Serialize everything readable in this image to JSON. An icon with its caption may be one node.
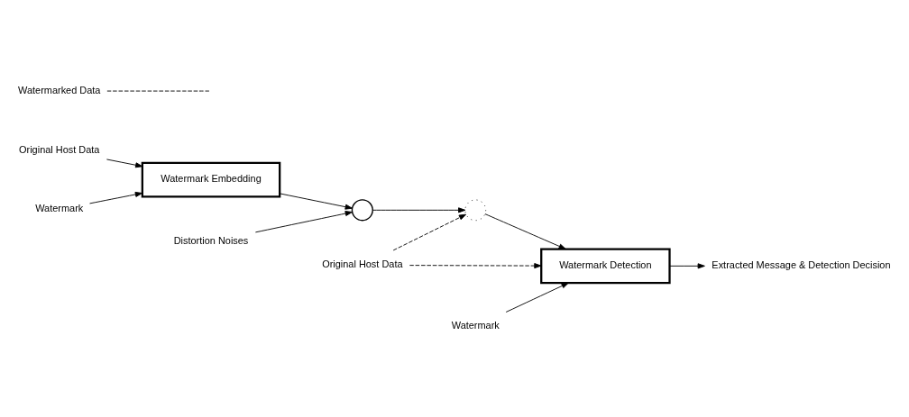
{
  "diagram": {
    "nodes": [
      {
        "text": [
          "Original Host Data"
        ]
      },
      {
        "text": [
          "Watermark Embedding"
        ]
      },
      {
        "text": [
          "Watermark"
        ]
      },
      {
        "text": [
          "Watermarked Data"
        ]
      },
      {
        "text": [],
        "shape": "circle"
      },
      {
        "text": [
          "Distortion Noises"
        ]
      },
      {
        "text": [],
        "shape": "circle"
      },
      {
        "text": [
          "Watermark Detection"
        ]
      },
      {
        "text": [
          "Original Host Data"
        ]
      },
      {
        "text": [
          "Watermark"
        ]
      },
      {
        "text": [
          "Extracted Message & Detection Decision"
        ]
      }
    ],
    "edges": [
      {
        "from": 0,
        "to": 1,
        "arrow": "to"
      },
      {
        "from": 2,
        "to": 1,
        "arrow": "to"
      },
      {
        "from": 1,
        "to": 4,
        "arrow": "to"
      },
      {
        "from": 3,
        "to": null,
        "arrow": "none",
        "style": "dashed"
      },
      {
        "from": 5,
        "to": 4,
        "arrow": "to"
      },
      {
        "from": 4,
        "to": 6,
        "arrow": "to"
      },
      {
        "from": 6,
        "to": 7,
        "arrow": "to"
      },
      {
        "from": 8,
        "to": 6,
        "arrow": "to",
        "style": "dashed"
      },
      {
        "from": 8,
        "to": 7,
        "arrow": "to",
        "style": "dashed"
      },
      {
        "from": 9,
        "to": 7,
        "arrow": "to"
      },
      {
        "from": 7,
        "to": 10,
        "arrow": "to"
      }
    ]
  }
}
